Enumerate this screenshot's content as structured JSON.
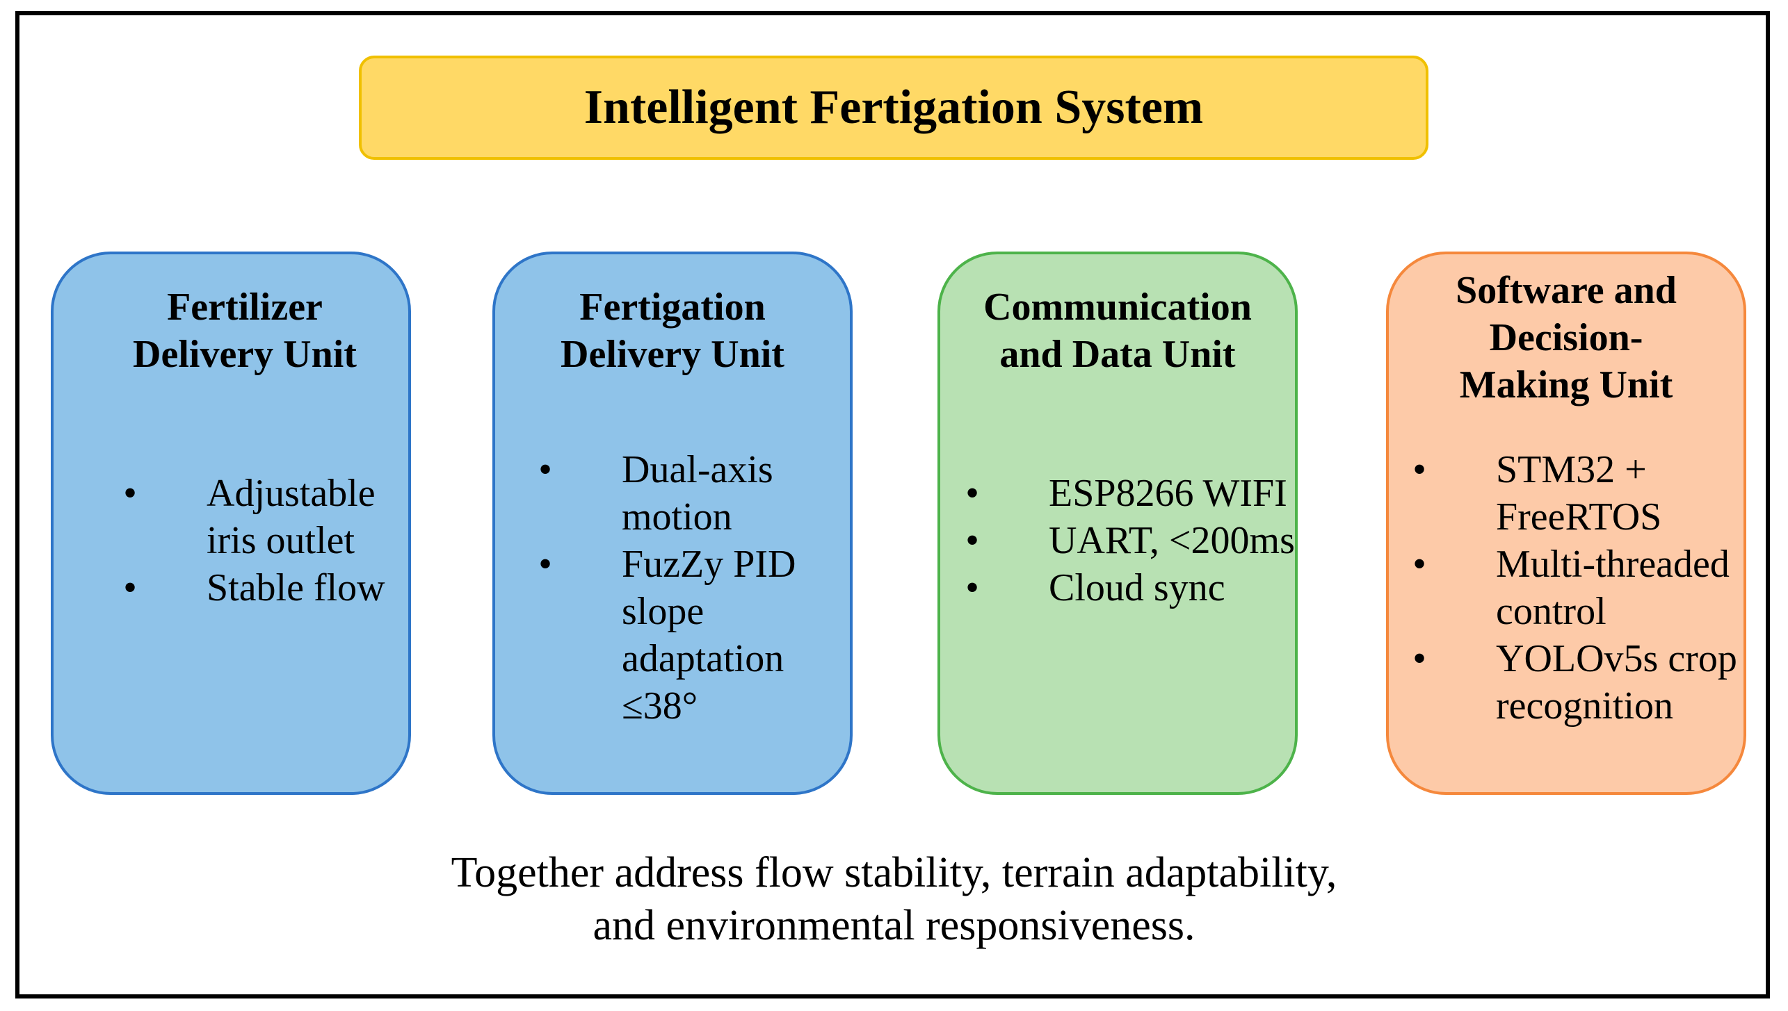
{
  "colors": {
    "title_fill": "#ffd966",
    "title_border": "#f0c000",
    "blue_fill": "#8fc3e9",
    "blue_border": "#2e75c8",
    "green_fill": "#b8e1b3",
    "green_border": "#4db34a",
    "orange_fill": "#fdcaa8",
    "orange_border": "#f5883c"
  },
  "title": "Intelligent Fertigation System",
  "units": [
    {
      "title": "Fertilizer\nDelivery Unit",
      "color": "blue",
      "items": [
        "Adjustable\niris outlet",
        "Stable flow"
      ]
    },
    {
      "title": "Fertigation\nDelivery Unit",
      "color": "blue",
      "items": [
        "Dual-axis\nmotion",
        "FuzZy PID\nslope\nadaptation\n≤38°"
      ]
    },
    {
      "title": "Communication\nand Data Unit",
      "color": "green",
      "items": [
        "ESP8266 WIFI",
        "UART, <200ms",
        "Cloud sync"
      ]
    },
    {
      "title": "Software and\nDecision-\nMaking Unit",
      "color": "orange",
      "items": [
        "STM32 +\nFreeRTOS",
        "Multi-threaded\ncontrol",
        "YOLOv5s crop\nrecognition"
      ]
    }
  ],
  "bullet_glyph": "•",
  "summary": "Together address flow stability, terrain adaptability,\nand environmental responsiveness."
}
